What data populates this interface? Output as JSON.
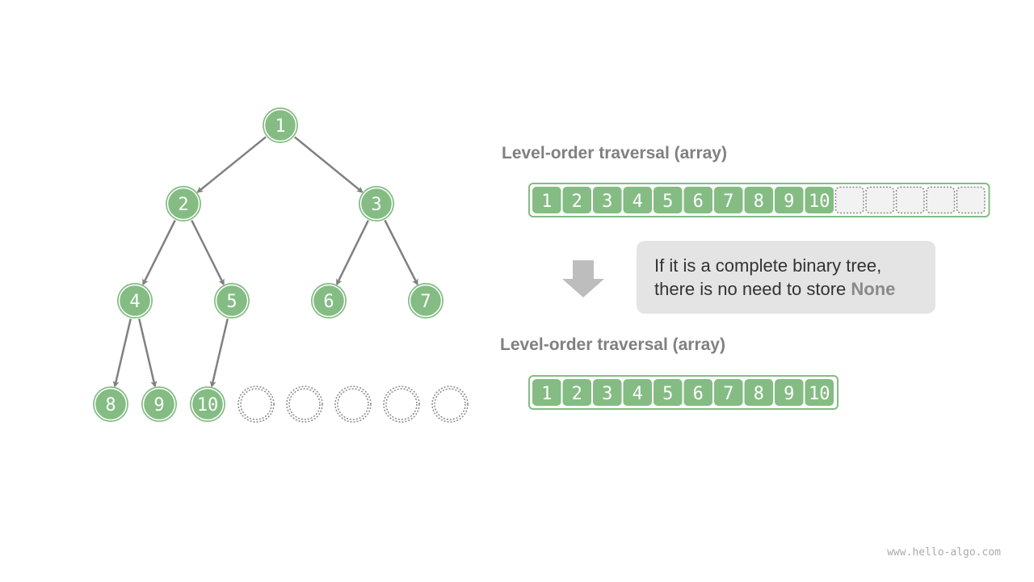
{
  "colors": {
    "node_fill": "#84bc84",
    "node_stroke": "#84bc84",
    "empty_stroke": "#888888",
    "empty_fill": "#f2f2f2",
    "edge": "#808080",
    "arrow": "#bdbdbd"
  },
  "tree": {
    "nodes": [
      "1",
      "2",
      "3",
      "4",
      "5",
      "6",
      "7",
      "8",
      "9",
      "10"
    ],
    "empty_slots": 5
  },
  "top_array": {
    "label": "Level-order traversal (array)",
    "values": [
      "1",
      "2",
      "3",
      "4",
      "5",
      "6",
      "7",
      "8",
      "9",
      "10"
    ],
    "empty_cells": 5
  },
  "callout": {
    "line1": "If it is a complete binary tree,",
    "line2_prefix": "there is no need to store ",
    "line2_keyword": "None"
  },
  "bottom_array": {
    "label": "Level-order traversal (array)",
    "values": [
      "1",
      "2",
      "3",
      "4",
      "5",
      "6",
      "7",
      "8",
      "9",
      "10"
    ]
  },
  "footer": "www.hello-algo.com"
}
